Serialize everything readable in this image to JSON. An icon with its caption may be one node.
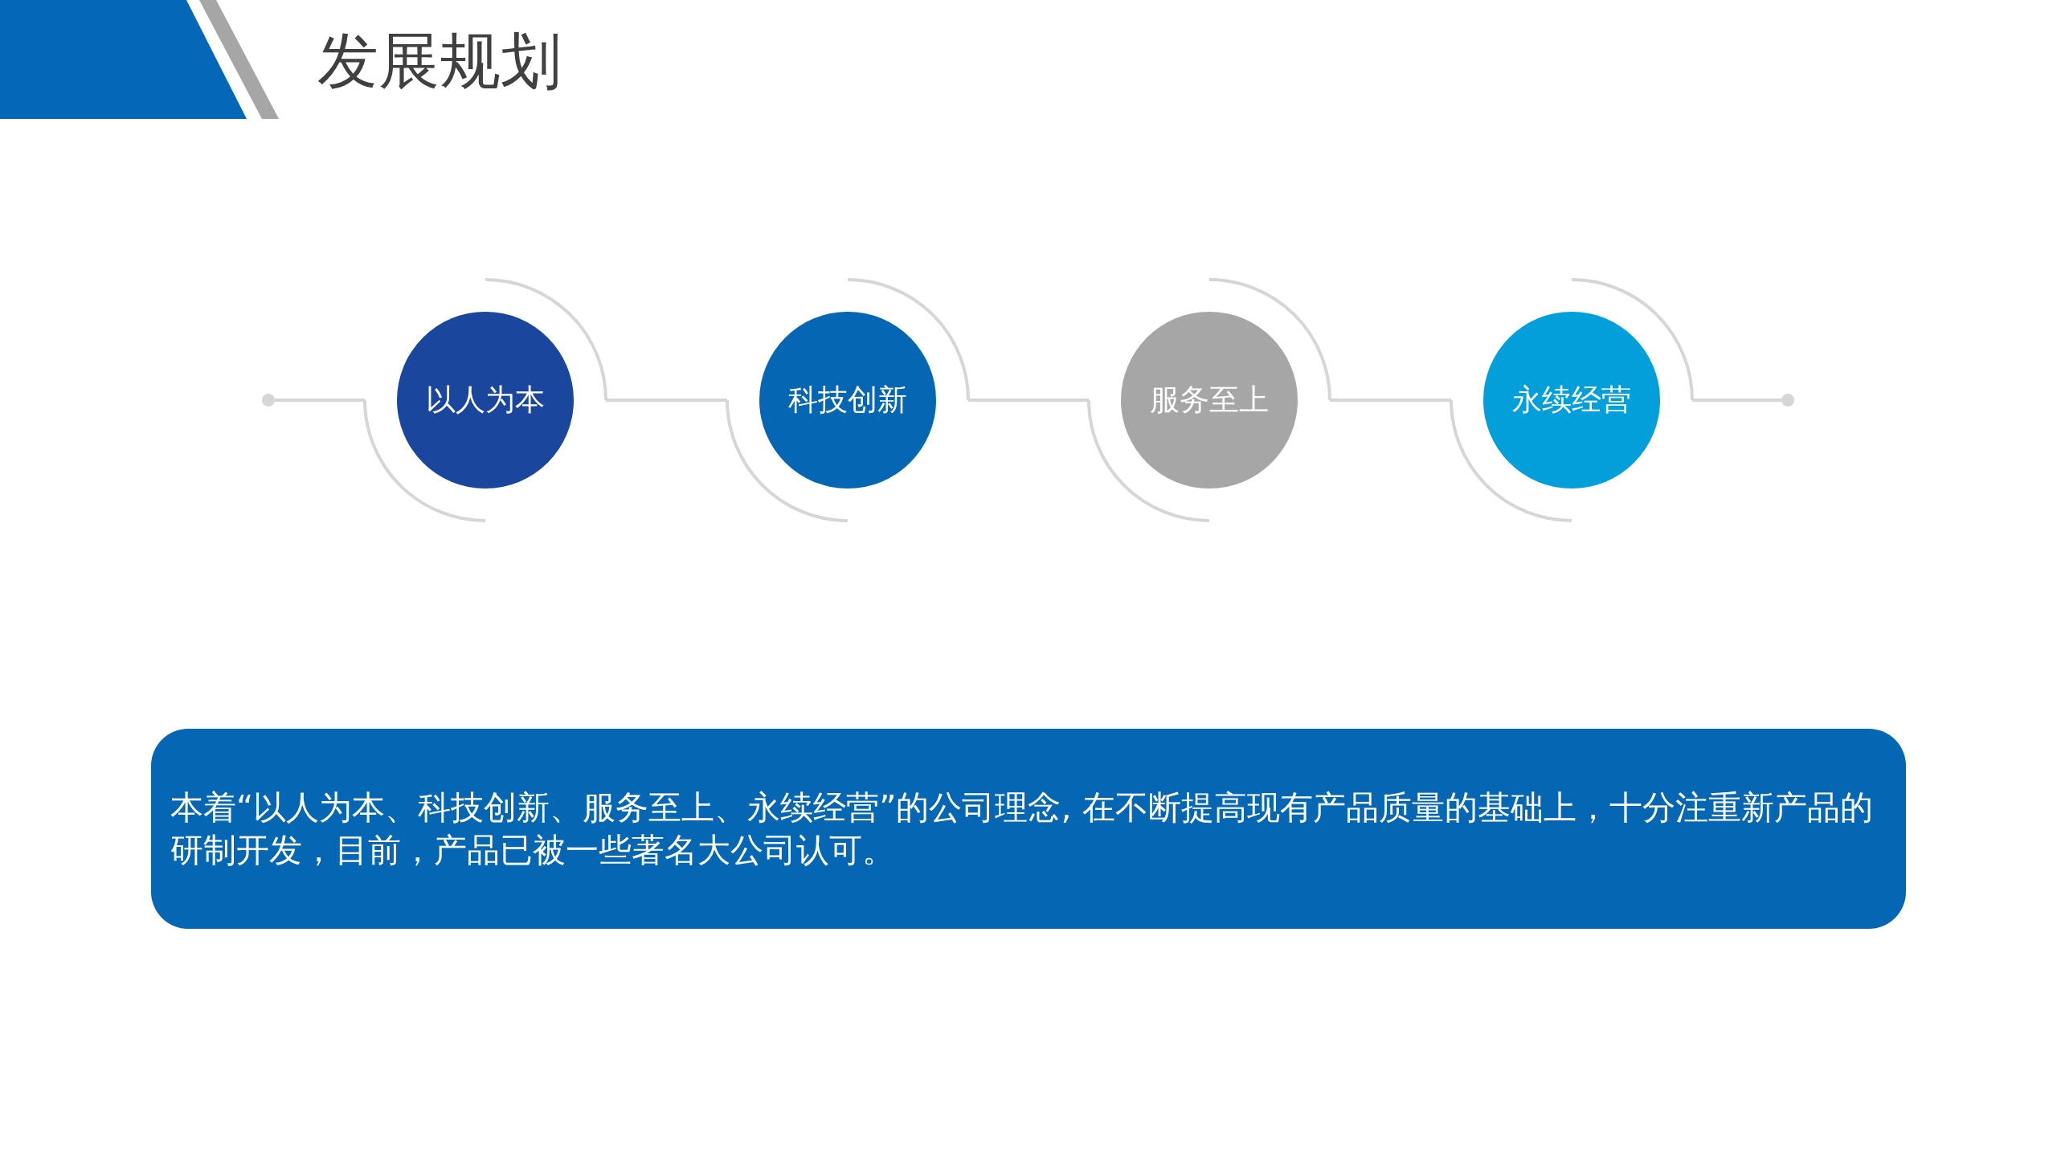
{
  "diagram": {
    "title": "发展规划",
    "nodes": [
      {
        "text": [],
        "shape": "circle"
      },
      {
        "text": [
          "以人为本"
        ]
      },
      {
        "text": [
          "科技创新"
        ]
      },
      {
        "text": [
          "服务至上"
        ]
      },
      {
        "text": [
          "永续经营"
        ]
      },
      {
        "text": [],
        "shape": "circle"
      },
      {
        "text": [
          "本着“以人为本、科技创新、服务至上、永续经营”的公司理念, 在不断提高现有产品质量的基础上，十分注重新产品的研制开发，目前，产品已被一些著名大公司认可。"
        ]
      }
    ],
    "edges": [
      {
        "from": 0,
        "to": 1,
        "arrow": "none"
      },
      {
        "from": 1,
        "to": 2,
        "arrow": "none"
      },
      {
        "from": 2,
        "to": 3,
        "arrow": "none"
      },
      {
        "from": 3,
        "to": 4,
        "arrow": "none"
      },
      {
        "from": 4,
        "to": 5,
        "arrow": "none"
      }
    ]
  }
}
